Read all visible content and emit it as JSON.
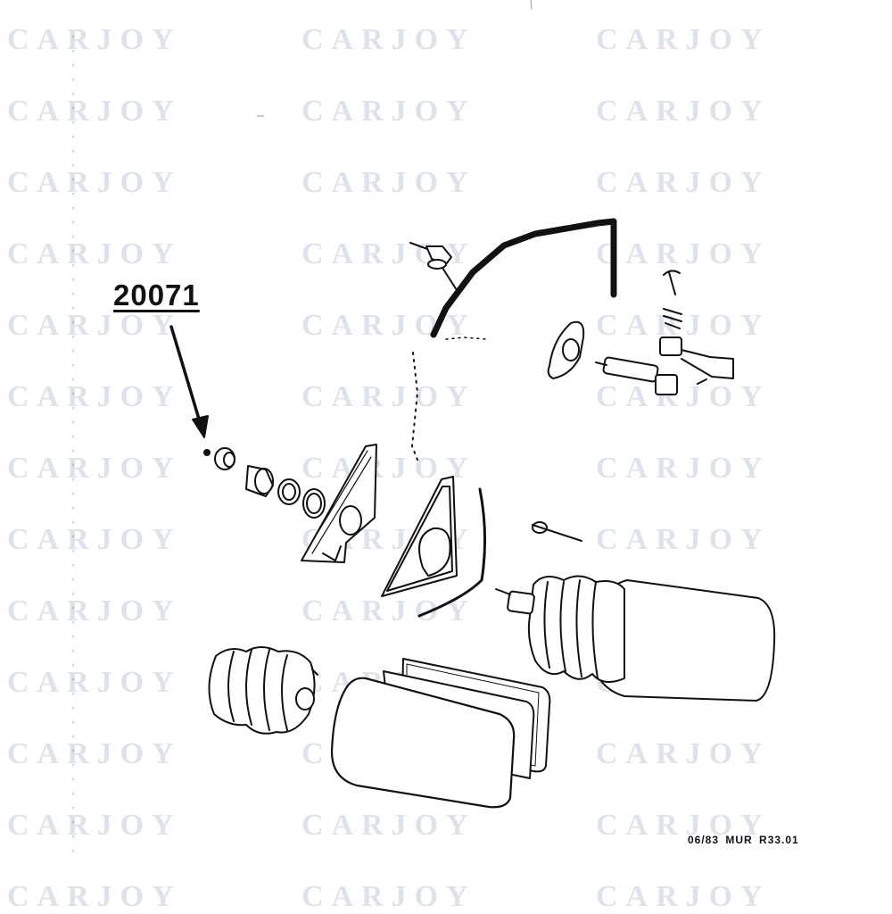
{
  "callout": {
    "part_number": "20071"
  },
  "footer": {
    "reference": "06/83 MUR R33.01"
  },
  "watermark": {
    "text": "CARJOY",
    "color": "#dde3ec"
  },
  "colors": {
    "ink": "#111111",
    "paper": "#ffffff"
  }
}
